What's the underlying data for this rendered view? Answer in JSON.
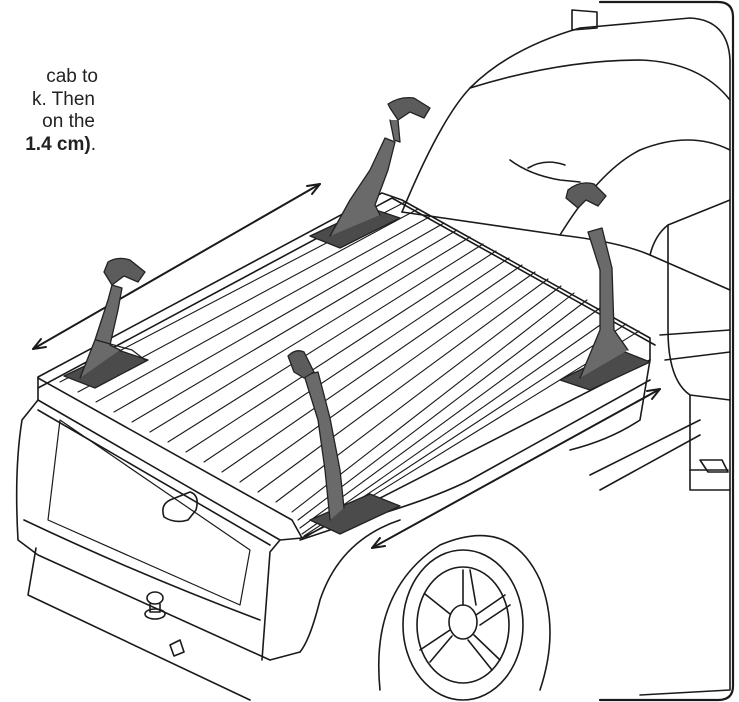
{
  "instruction": {
    "line1": "cab to",
    "line2": "k.  Then",
    "line3": "on the",
    "line4_bold": "1.4 cm)",
    "line4_end": "."
  },
  "icons": [
    "truck-illustration",
    "rack-tower-icon",
    "measurement-arrow-icon"
  ],
  "colors": {
    "line": "#1a1a1a",
    "tower": "#5e5e5e",
    "tower_dark": "#3c3c3c",
    "background": "#ffffff"
  }
}
